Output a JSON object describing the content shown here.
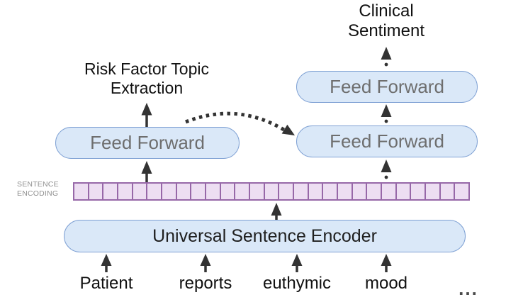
{
  "diagram": {
    "task_labels": {
      "risk_factor": "Risk Factor Topic\nExtraction",
      "clinical_sentiment": "Clinical\nSentiment"
    },
    "boxes": {
      "feed_forward_left": "Feed Forward",
      "feed_forward_right_lower": "Feed Forward",
      "feed_forward_right_upper": "Feed Forward",
      "encoder": "Universal Sentence Encoder"
    },
    "encoding": {
      "label": "SENTENCE\nENCODING",
      "cells": 27
    },
    "tokens": [
      "Patient",
      "reports",
      "euthymic",
      "mood"
    ],
    "ellipsis": "...",
    "colors": {
      "box-fill": "#DAE8F8",
      "box-border": "#7FA1D4",
      "ff-text": "#6E6E6E",
      "encoder-text": "#1F1F1F",
      "label-text": "#111111",
      "arrow": "#333333",
      "encoding-fill": "#EDDEF2",
      "encoding-border": "#9768A8",
      "encoding-label": "#8F8F8F"
    }
  }
}
